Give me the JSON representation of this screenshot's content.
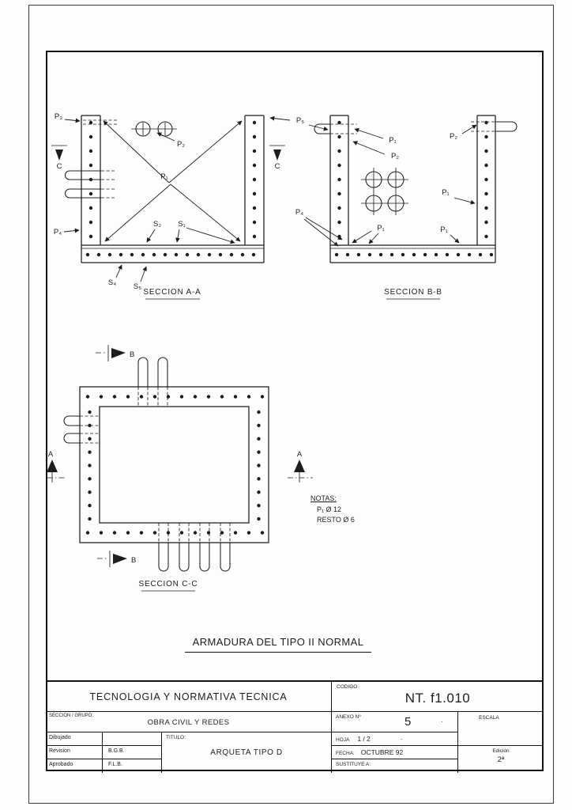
{
  "drawing": {
    "section_aa": {
      "title": "SECCION A-A",
      "labels": {
        "p1": "P₁",
        "p2": "P₂",
        "p3": "P₃",
        "p4": "P₄",
        "p5": "P₅",
        "s1": "S₁",
        "s2": "S₂",
        "s4": "S₄",
        "s5": "S₅",
        "cut_c": "C"
      }
    },
    "section_bb": {
      "title": "SECCION B-B",
      "labels": {
        "p1": "P₁",
        "p2": "P₂",
        "p4": "P₄"
      }
    },
    "section_cc": {
      "title": "SECCION C-C",
      "labels": {
        "cut_a": "A",
        "cut_b": "B"
      }
    },
    "notes": {
      "heading": "NOTAS:",
      "line1": "P₁ Ø 12",
      "line2": "RESTO Ø 6"
    },
    "main_title": "ARMADURA DEL TIPO II NORMAL"
  },
  "title_block": {
    "organization": "TECNOLOGIA Y NORMATIVA TECNICA",
    "codigo_label": "CODIGO",
    "codigo_value": "NT. f1.010",
    "seccion_grupo_label": "SECCION / GRUPO:",
    "seccion_grupo_value": "OBRA CIVIL Y REDES",
    "anexo_label": "ANEXO Nº",
    "anexo_value": "5",
    "anexo_mark": "·",
    "escala_label": "ESCALA",
    "dibujado_label": "Dibujado",
    "dibujado_value": "",
    "revision_label": "Revision",
    "revision_value": "B.G.B.",
    "aprobado_label": "Aprobado",
    "aprobado_value": "F.L.B.",
    "titulo_label": "TITULO:",
    "titulo_value": "ARQUETA TIPO D",
    "hoja_label": "HOJA",
    "hoja_value": "1 / 2",
    "hoja_mark": "·",
    "fecha_label": "FECHA:",
    "fecha_value": "OCTUBRE 92",
    "sustituye_label": "SUSTITUYE A:",
    "edicion_label": "Edición",
    "edicion_value": "2ª"
  }
}
